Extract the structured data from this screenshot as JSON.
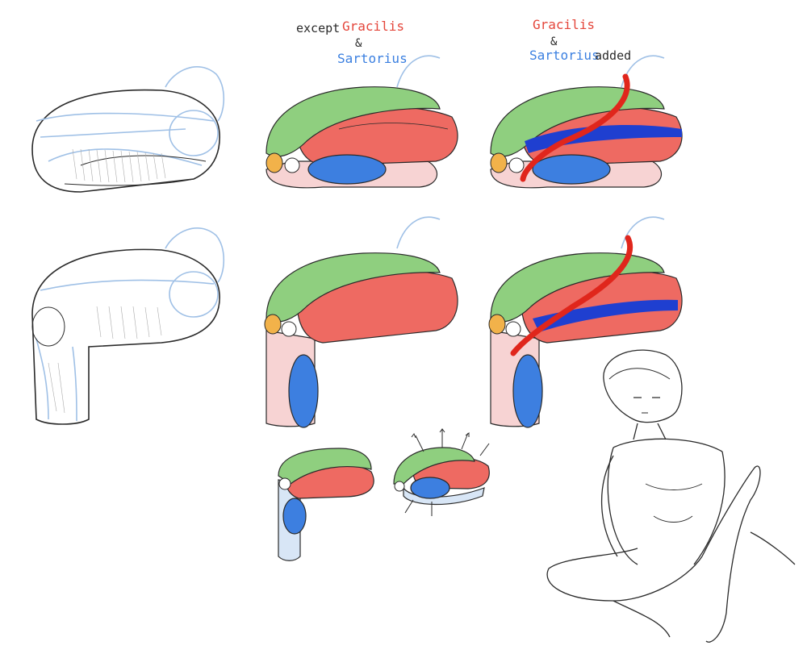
{
  "labels": {
    "middle_top": {
      "prefix": "except",
      "gracilis": "Gracilis",
      "amp": "&",
      "sartorius": "Sartorius"
    },
    "right_top": {
      "gracilis": "Gracilis",
      "amp": "&",
      "sartorius": "Sartorius",
      "suffix": "added"
    }
  },
  "colors": {
    "ink": "#2a2a2a",
    "sketch_blue": "#9fc0e6",
    "quad_green": "#8fcf7f",
    "hamstring_red": "#ee6a62",
    "adductor_blue": "#3d7fe0",
    "gracilis_red": "#e0261c",
    "sartorius_blue": "#1f3fd0",
    "pink_shade": "#f7d3d3",
    "patella_orange": "#f2b24a",
    "label_red": "#e4453a",
    "label_blue": "#3a7fe0"
  }
}
